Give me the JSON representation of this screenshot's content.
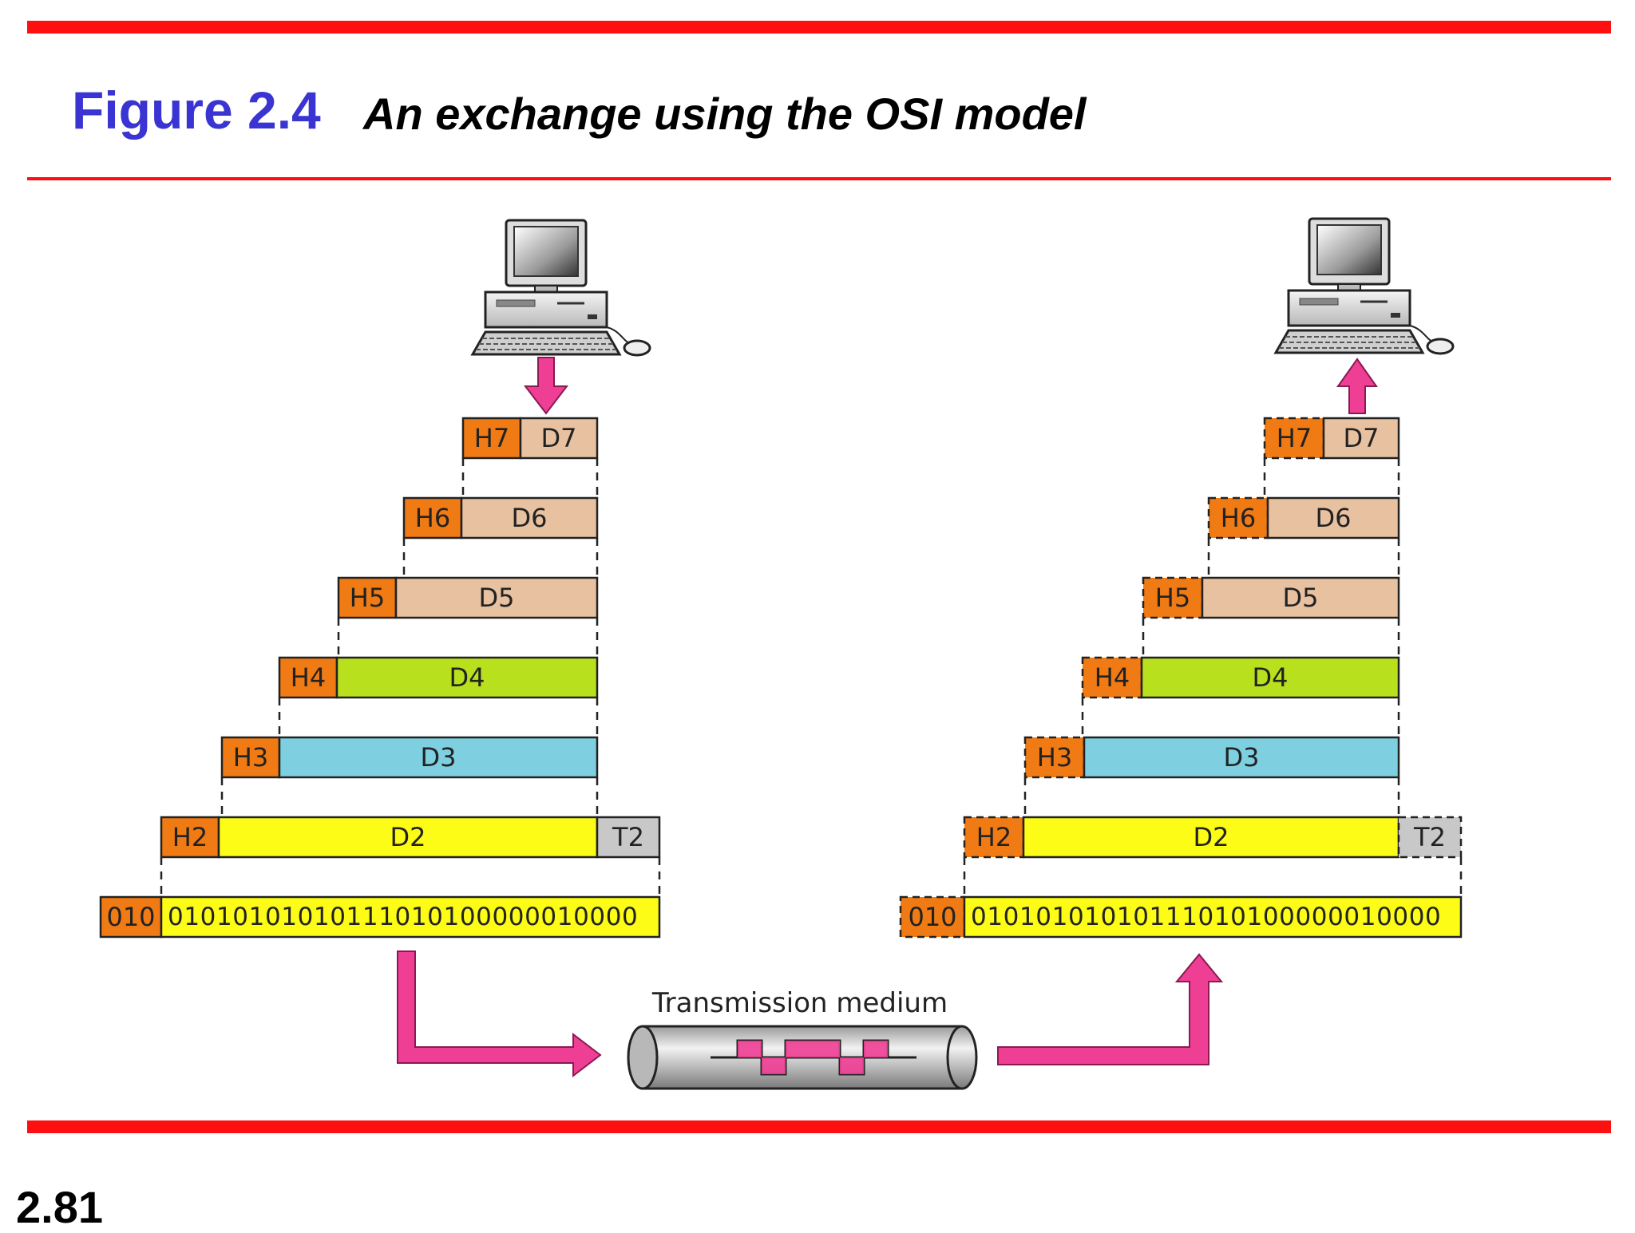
{
  "figure": {
    "label": "Figure 2.4",
    "caption": "An exchange using the OSI model"
  },
  "slide_number": "2.81",
  "medium_label": "Transmission medium",
  "bitstream": {
    "header": "010",
    "bits": "01010101010111010100000010000"
  },
  "layers": [
    {
      "header": "H7",
      "data": "D7"
    },
    {
      "header": "H6",
      "data": "D6"
    },
    {
      "header": "H5",
      "data": "D5"
    },
    {
      "header": "H4",
      "data": "D4"
    },
    {
      "header": "H3",
      "data": "D3"
    },
    {
      "header": "H2",
      "data": "D2",
      "trailer": "T2"
    }
  ],
  "colors": {
    "header": "#f07a14",
    "data_upper": "#e8c1a0",
    "data_transport": "#b9e01c",
    "data_network": "#7ecfe0",
    "data_datalink": "#fcfc16",
    "trailer": "#c8c8c8",
    "arrow": "#ee3f95",
    "rule": "#ff1010"
  }
}
